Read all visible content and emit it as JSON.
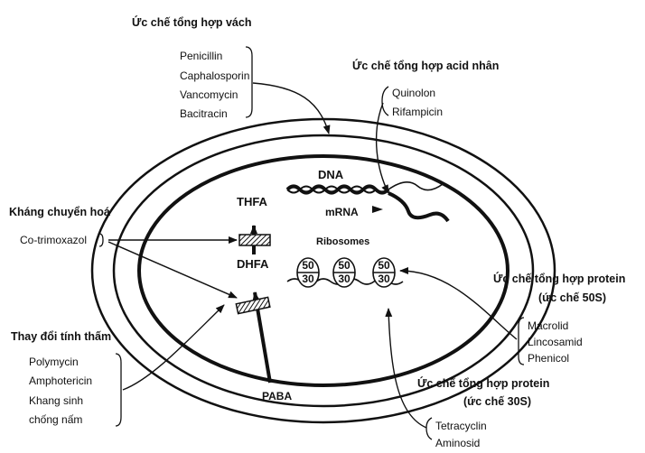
{
  "cell_wall_inhibitors": {
    "heading": "Ức chế tổng hợp vách",
    "items": [
      "Penicillin",
      "Caphalosporin",
      "Vancomycin",
      "Bacitracin"
    ]
  },
  "nucleic_acid_inhibitors": {
    "heading": "Ức chế tổng hợp acid nhân",
    "items": [
      "Quinolon",
      "Rifampicin"
    ]
  },
  "antimetabolite": {
    "heading": "Kháng chuyển hoá",
    "items": [
      "Co-trimoxazol"
    ]
  },
  "permeability": {
    "heading": "Thay đổi tính thấm",
    "items": [
      "Polymycin",
      "Amphotericin",
      "Khang sinh",
      "chống nấm"
    ]
  },
  "protein_50s": {
    "heading": "Ức chế tổng hợp protein",
    "subheading": "(ức chế 50S)",
    "items": [
      "Macrolid",
      "Lincosamid",
      "Phenicol"
    ]
  },
  "protein_30s": {
    "heading": "Ức chế tổng hợp protein",
    "subheading": "(ức chế 30S)",
    "items": [
      "Tetracyclin",
      "Aminosid"
    ]
  },
  "cell": {
    "dna": "DNA",
    "mrna": "mRNA",
    "ribosomes": "Ribosomes",
    "thfa": "THFA",
    "dhfa": "DHFA",
    "paba": "PABA",
    "ribosome_top": "50",
    "ribosome_bottom": "30"
  }
}
